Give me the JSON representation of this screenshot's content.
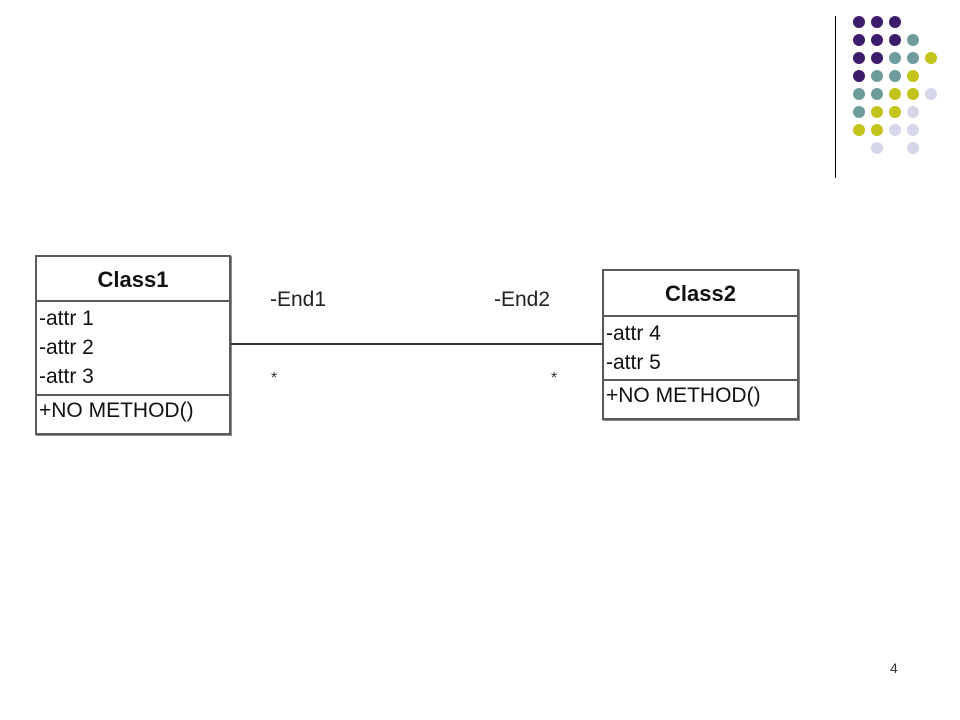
{
  "diagram": {
    "class1": {
      "name": "Class1",
      "attributes": [
        "-attr 1",
        "-attr 2",
        "-attr 3"
      ],
      "methods": [
        "+NO METHOD()"
      ]
    },
    "class2": {
      "name": "Class2",
      "attributes": [
        "-attr 4",
        "-attr 5"
      ],
      "methods": [
        "+NO METHOD()"
      ]
    },
    "association": {
      "end1_role": "-End1",
      "end2_role": "-End2",
      "end1_multiplicity": "*",
      "end2_multiplicity": "*"
    }
  },
  "page_number": "4",
  "colors": {
    "purple": "#3d1d6b",
    "teal": "#6e9c9c",
    "olive": "#c3c31a",
    "lavender": "#d6d6ea",
    "line": "#333333"
  }
}
